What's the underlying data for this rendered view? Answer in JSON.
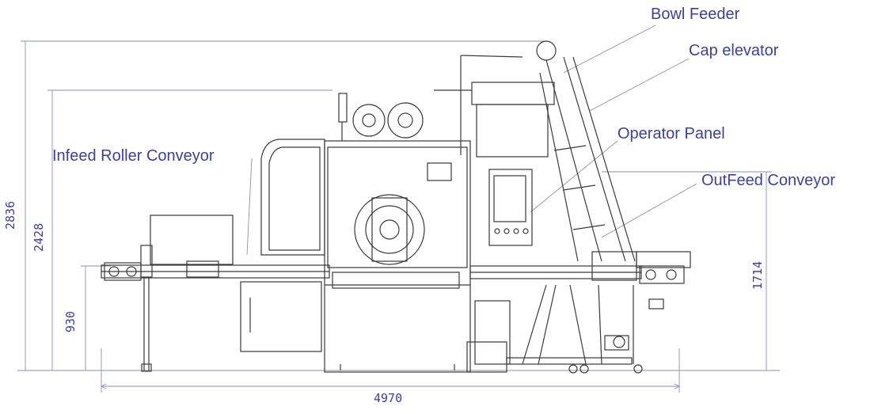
{
  "callouts": {
    "bowl_feeder": "Bowl Feeder",
    "cap_elevator": "Cap elevator",
    "operator_panel": "Operator Panel",
    "outfeed_conveyor": "OutFeed Conveyor",
    "infeed_conveyor": "Infeed Roller Conveyor"
  },
  "dimensions": {
    "overall_height": "2836",
    "frame_height": "2428",
    "conveyor_height": "930",
    "outfeed_height": "1714",
    "overall_length": "4970"
  },
  "colors": {
    "label": "#3b3fa6",
    "line": "#3a3a3a",
    "dim_line": "#8a8fb8"
  }
}
